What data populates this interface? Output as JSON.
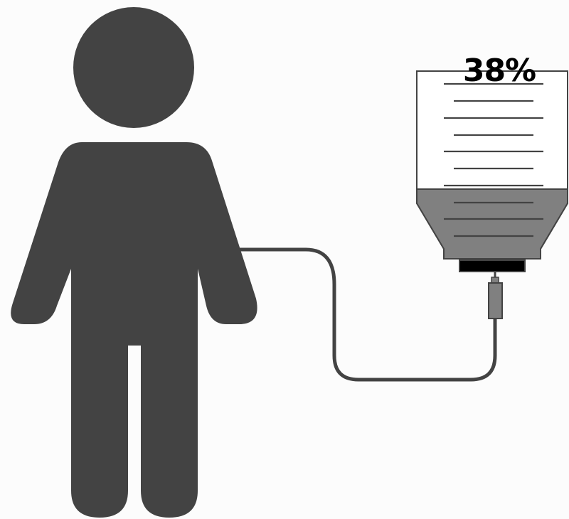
{
  "infusion": {
    "level_percent": 38,
    "level_label": "38%"
  },
  "colors": {
    "background": "#fcfcfc",
    "figure": "#434343",
    "fluid": "#808080",
    "bag_outline": "#434343",
    "bag_fill": "#ffffff",
    "connector": "#000000",
    "text": "#000000"
  },
  "icons": {
    "person": "person-icon",
    "iv_bag": "iv-bag-icon",
    "tube": "iv-tube",
    "drip_chamber": "drip-chamber-icon"
  }
}
